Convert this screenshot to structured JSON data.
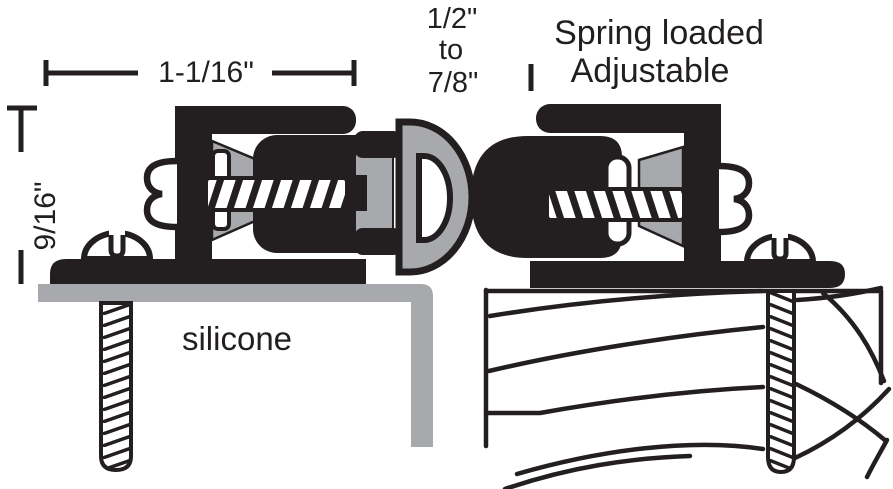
{
  "colors": {
    "ink": "#231f20",
    "gray": "#a7a9ac",
    "background": "#ffffff"
  },
  "labels": {
    "width_dimension": "1-1/16\"",
    "height_dimension": "9/16\"",
    "gap_range_line1": "1/2\"",
    "gap_range_line2": "to",
    "gap_range_line3": "7/8\"",
    "feature_line1": "Spring loaded",
    "feature_line2": "Adjustable",
    "material": "silicone"
  }
}
